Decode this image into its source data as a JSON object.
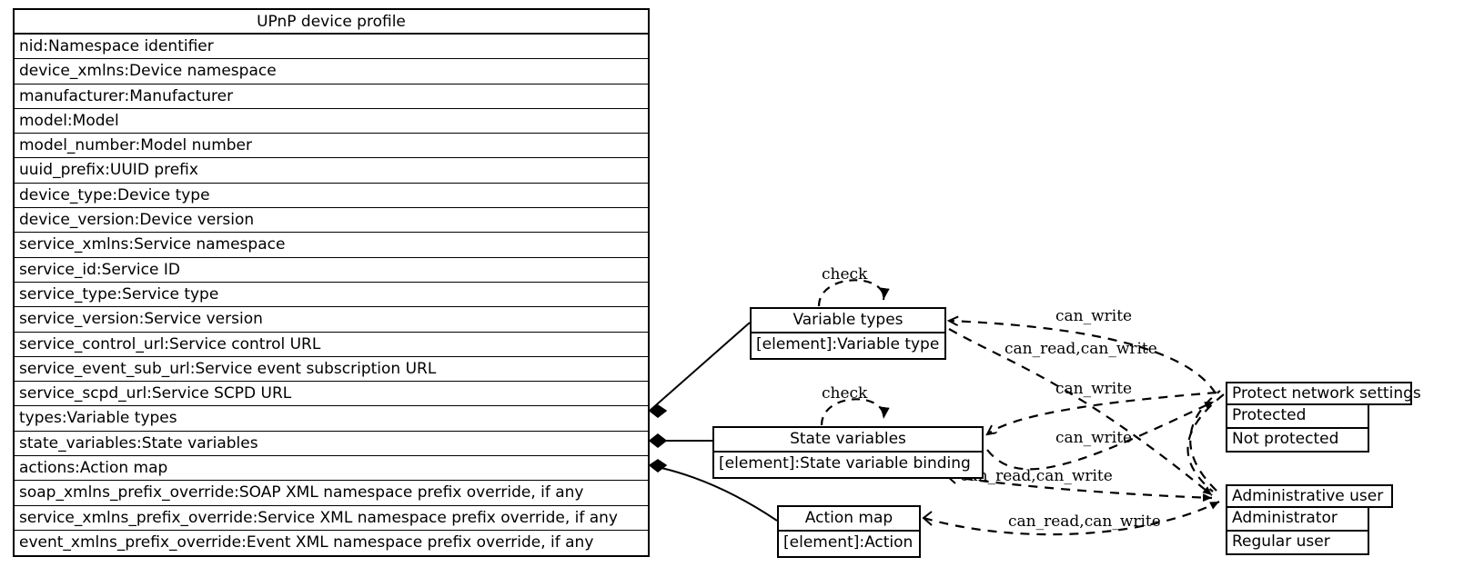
{
  "diagram": {
    "type": "uml-class-diagram",
    "background": "#ffffff",
    "stroke": "#000000"
  },
  "profile_class": {
    "title": "UPnP device profile",
    "attributes": [
      "nid:Namespace identifier",
      "device_xmlns:Device namespace",
      "manufacturer:Manufacturer",
      "model:Model",
      "model_number:Model number",
      "uuid_prefix:UUID prefix",
      "device_type:Device type",
      "device_version:Device version",
      "service_xmlns:Service namespace",
      "service_id:Service ID",
      "service_type:Service type",
      "service_version:Service version",
      "service_control_url:Service control URL",
      "service_event_sub_url:Service event subscription URL",
      "service_scpd_url:Service SCPD URL",
      "types:Variable types",
      "state_variables:State variables",
      "actions:Action map",
      "soap_xmlns_prefix_override:SOAP XML namespace prefix override, if any",
      "service_xmlns_prefix_override:Service XML namespace prefix override, if any",
      "event_xmlns_prefix_override:Event XML namespace prefix override, if any"
    ]
  },
  "classes": {
    "variable_types": {
      "title": "Variable types",
      "rows": [
        "[element]:Variable type"
      ]
    },
    "state_variables": {
      "title": "State variables",
      "rows": [
        "[element]:State variable binding"
      ]
    },
    "action_map": {
      "title": "Action map",
      "rows": [
        "[element]:Action"
      ]
    },
    "protect_network_settings": {
      "title": "Protect network settings",
      "rows": [
        "Protected",
        "Not protected"
      ]
    },
    "administrative_user": {
      "title": "Administrative user",
      "rows": [
        "Administrator",
        "Regular user"
      ]
    }
  },
  "edge_labels": {
    "check_variable_types": "check",
    "check_state_variables": "check",
    "vt_protect_can_write": "can_write",
    "vt_admin_can_read_write": "can_read,can_write",
    "sv_protect_can_write": "can_write",
    "sv_admin_can_write": "can_write",
    "sv_extra_can_read_write": "can_read,can_write",
    "am_admin_can_read_write": "can_read,can_write"
  },
  "relations": [
    {
      "from": "UPnP device profile.types",
      "to": "Variable types",
      "kind": "composition"
    },
    {
      "from": "UPnP device profile.state_variables",
      "to": "State variables",
      "kind": "composition"
    },
    {
      "from": "UPnP device profile.actions",
      "to": "Action map",
      "kind": "composition"
    },
    {
      "from": "Variable types",
      "to": "Variable types",
      "kind": "dashed-arrow",
      "label": "check"
    },
    {
      "from": "State variables",
      "to": "State variables",
      "kind": "dashed-arrow",
      "label": "check"
    },
    {
      "from": "Variable types",
      "to": "Protect network settings",
      "kind": "dashed-arrow",
      "label": "can_write"
    },
    {
      "from": "Variable types",
      "to": "Administrative user",
      "kind": "dashed-arrow",
      "label": "can_read,can_write"
    },
    {
      "from": "State variables",
      "to": "Protect network settings",
      "kind": "dashed-arrow",
      "label": "can_write"
    },
    {
      "from": "State variables",
      "to": "Administrative user",
      "kind": "dashed-arrow",
      "label": "can_write"
    },
    {
      "from": "State variables",
      "to": "Administrative user",
      "kind": "dashed-arrow",
      "label": "can_read,can_write"
    },
    {
      "from": "Action map",
      "to": "Administrative user",
      "kind": "dashed-arrow",
      "label": "can_read,can_write"
    }
  ]
}
